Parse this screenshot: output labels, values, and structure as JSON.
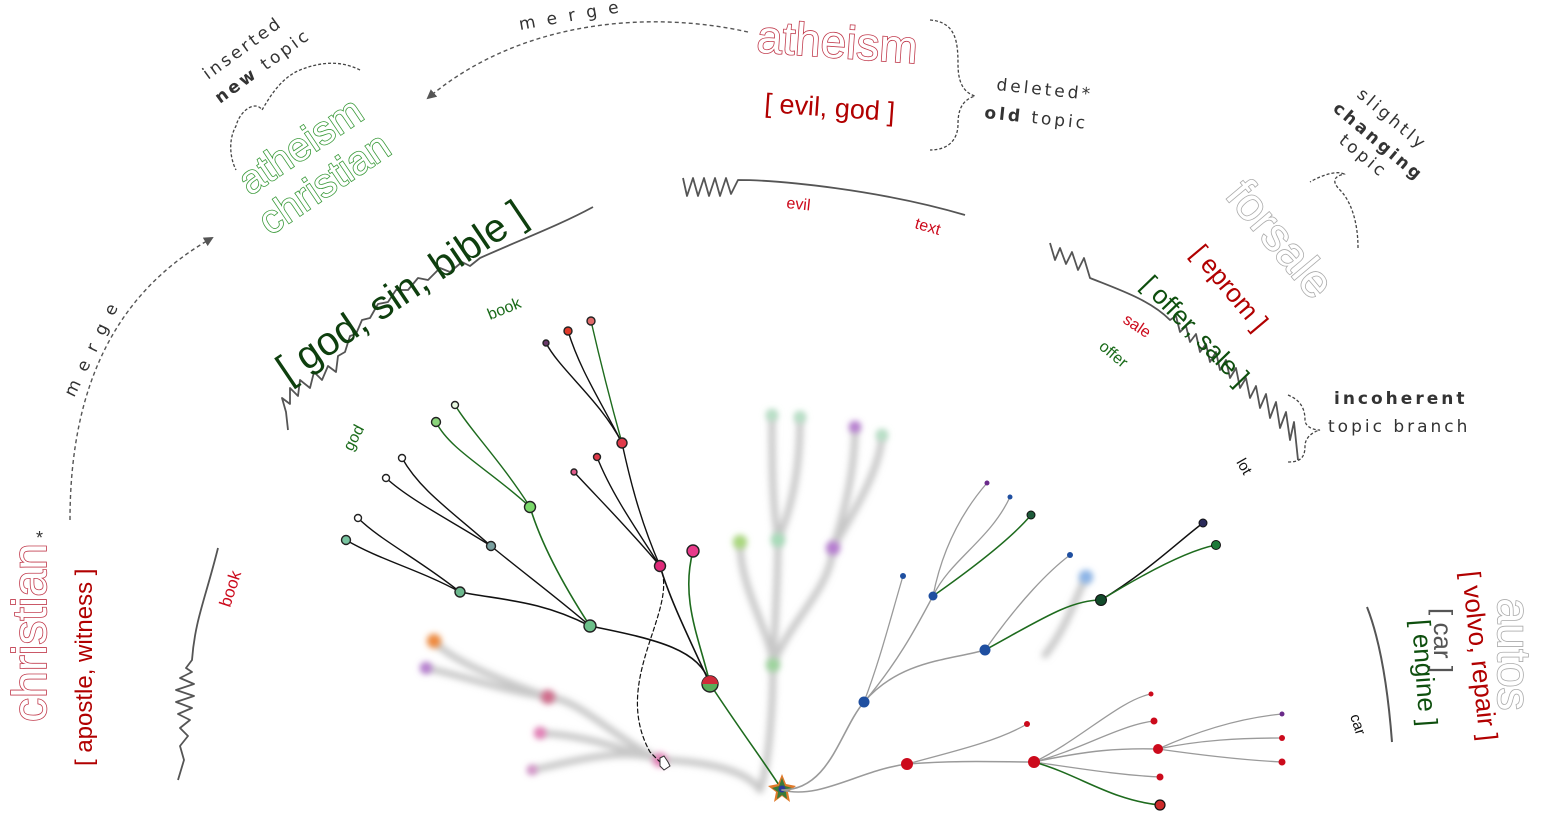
{
  "colors": {
    "removed": "#c0394b",
    "added": "#3a9a3a",
    "kept_neutral": "#aaaaaa",
    "keyword_red": "#b10000",
    "keyword_green": "#1a5c1a",
    "annotation": "#333333",
    "tree_black": "#111111",
    "tree_green": "#1e6b1e",
    "tree_gray": "#9a9a9a",
    "node_blue": "#1f4fa0",
    "node_red": "#cc0a1c"
  },
  "topics": {
    "christian": {
      "name": "christian",
      "star": "*",
      "keywords": "[ apostle, witness ]",
      "line_word": "book"
    },
    "atheism_christian": {
      "line1": "atheism",
      "line2": "christian",
      "keywords": "[ god, sin, bible ]",
      "word_book": "book",
      "word_god": "god"
    },
    "atheism": {
      "name": "atheism",
      "keywords": "[ evil, god ]",
      "word_evil": "evil",
      "word_text": "text"
    },
    "forsale": {
      "name": "forsale",
      "removed_keywords": "[ eprom ]",
      "added_keywords": "[ offer, sale ]",
      "word_sale": "sale",
      "word_offer": "offer",
      "word_lot": "lot"
    },
    "autos": {
      "name": "autos",
      "removed_keywords": "[ volvo, repair ]",
      "kept_keywords": "[ car ]",
      "added_keywords": "[ engine ]",
      "word_car": "car"
    }
  },
  "annotations": {
    "merge_left": "m e r g e",
    "merge_top": "m e r g e",
    "inserted": {
      "line1": "inserted",
      "line2_bold": "new",
      "line2_rest": "topic"
    },
    "deleted": {
      "line1": "deleted*",
      "line2_bold": "old",
      "line2_rest": "topic"
    },
    "changing": {
      "line1": "slightly",
      "line2_bold": "changing",
      "line3": "topic"
    },
    "incoherent": {
      "line1_bold": "incoherent",
      "line2": "topic branch"
    }
  }
}
